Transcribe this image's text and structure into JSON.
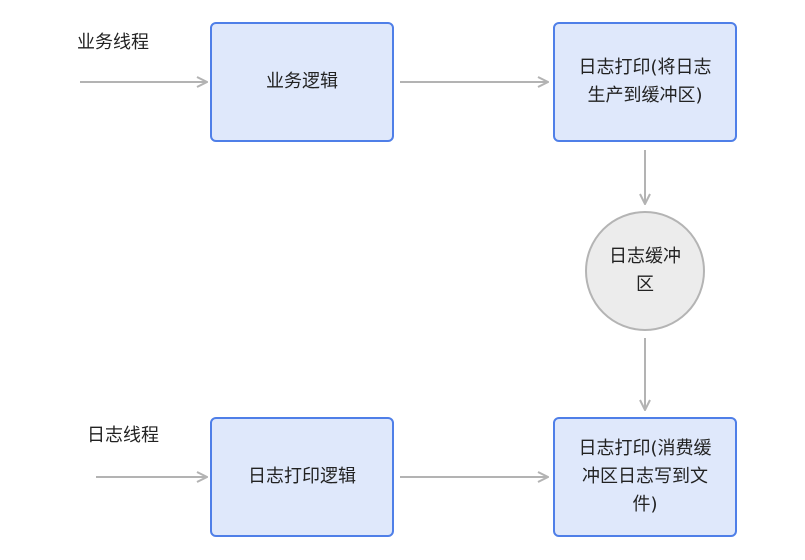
{
  "lanes": {
    "business": "业务线程",
    "log": "日志线程"
  },
  "nodes": {
    "business_logic": "业务逻辑",
    "log_print_produce": "日志打印(将日志\n生产到缓冲区)",
    "log_buffer": "日志缓冲\n区",
    "log_print_logic": "日志打印逻辑",
    "log_print_consume": "日志打印(消费缓\n冲区日志写到文\n件)"
  },
  "colors": {
    "box_fill": "#dfe8fb",
    "box_border": "#4f7fe8",
    "circle_fill": "#ececec",
    "circle_border": "#b4b4b4",
    "edge": "#b3b3b3"
  }
}
